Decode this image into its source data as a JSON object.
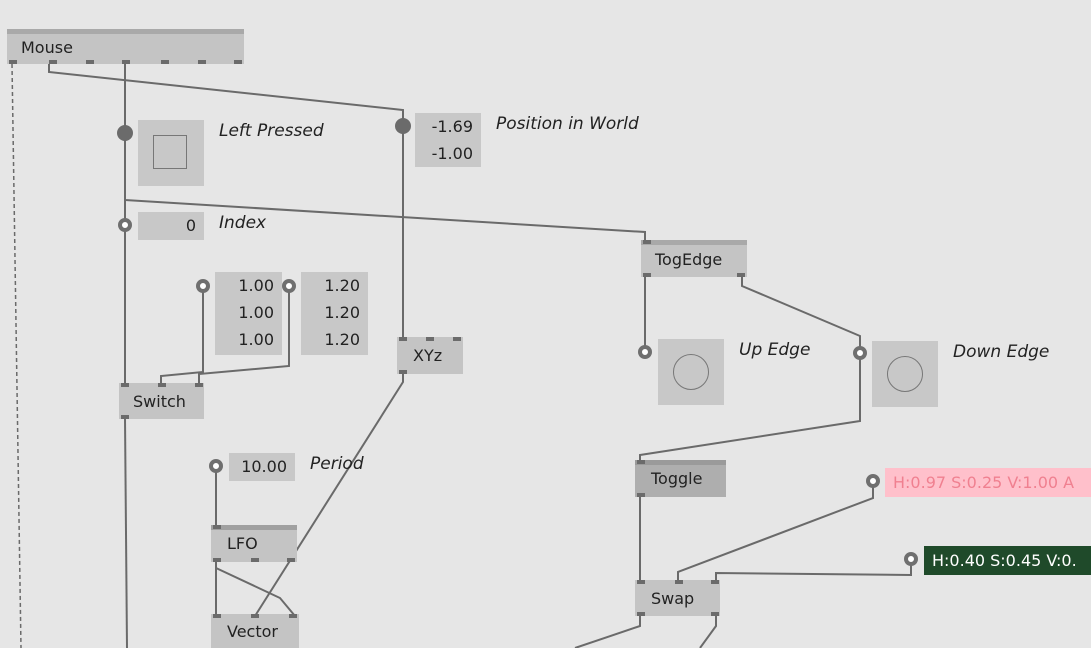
{
  "nodes": {
    "mouse": "Mouse",
    "switch": "Switch",
    "xyz": "XYz",
    "lfo": "LFO",
    "vector": "Vector",
    "togedge": "TogEdge",
    "toggle": "Toggle",
    "swap": "Swap"
  },
  "labels": {
    "left_pressed": "Left Pressed",
    "position_in_world": "Position in World",
    "index": "Index",
    "period": "Period",
    "up_edge": "Up Edge",
    "down_edge": "Down Edge"
  },
  "values": {
    "position": [
      "-1.69",
      "-1.00"
    ],
    "index": "0",
    "vector_a": [
      "1.00",
      "1.00",
      "1.00"
    ],
    "vector_b": [
      "1.20",
      "1.20",
      "1.20"
    ],
    "period": "10.00"
  },
  "colors": {
    "color_a_text": "H:0.97 S:0.25 V:1.00 A",
    "color_a_bg": "#ffc0cb",
    "color_a_fg": "#f08090",
    "color_b_text": "H:0.40 S:0.45 V:0.",
    "color_b_bg": "#1f4a2a",
    "color_b_fg": "#ffffff"
  }
}
